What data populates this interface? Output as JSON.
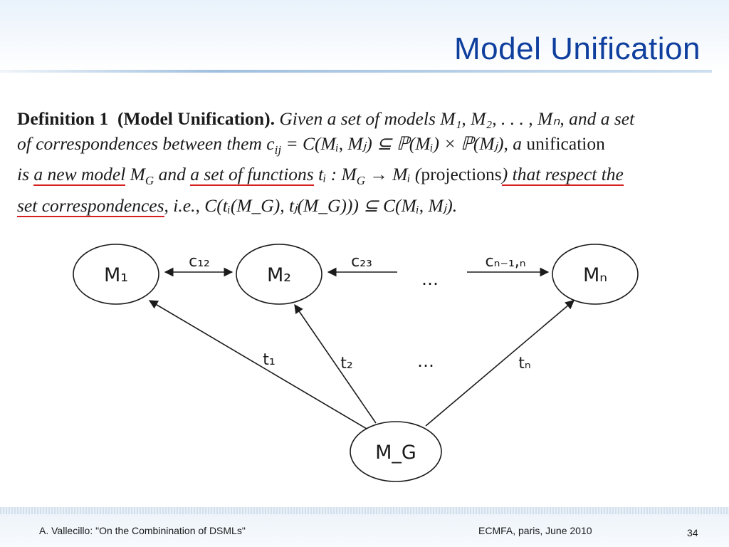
{
  "slide": {
    "title": "Model Unification",
    "page_number": "34"
  },
  "definition": {
    "line1": {
      "label": "Definition 1",
      "name": "(Model Unification).",
      "text": "Given a set of models M₁, M₂, . . . , Mₙ, and a set"
    },
    "line2": {
      "text_italic": "of correspondences between them c",
      "sub_ij": "ij",
      "formula": " = C(Mᵢ, Mⱼ) ⊆ ℙ(Mᵢ) × ℙ(Mⱼ), ",
      "a": "a",
      "unification": " unification"
    },
    "line3": {
      "is": "is ",
      "new_model": "a new model",
      "mg_and": " M",
      "g": "G",
      "and": " and ",
      "set_functions": "a set of functions",
      "ti_map": " tᵢ : M",
      "g2": "G",
      "arrow_mi": " → Mᵢ (",
      "projections": "projections",
      "close": ")",
      "respect": " that respect the"
    },
    "line4": {
      "set_corr": "set correspondences",
      "ie": ", i.e., ",
      "formula": "C(tᵢ(M_G), tⱼ(M_G))) ⊆ C(Mᵢ, Mⱼ)."
    }
  },
  "diagram": {
    "nodes": {
      "m1": "M₁",
      "m2": "M₂",
      "mn": "Mₙ",
      "mg": "M_G"
    },
    "edges": {
      "c12": "c₁₂",
      "c23": "c₂₃",
      "cn1n": "cₙ₋₁,ₙ",
      "t1": "t₁",
      "t2": "t₂",
      "tn": "tₙ"
    },
    "ellipsis_top": "…",
    "ellipsis_mid": "…"
  },
  "footer": {
    "left": "A. Vallecillo: \"On the Combinination of DSMLs\"",
    "center": "ECMFA, paris, June 2010"
  }
}
